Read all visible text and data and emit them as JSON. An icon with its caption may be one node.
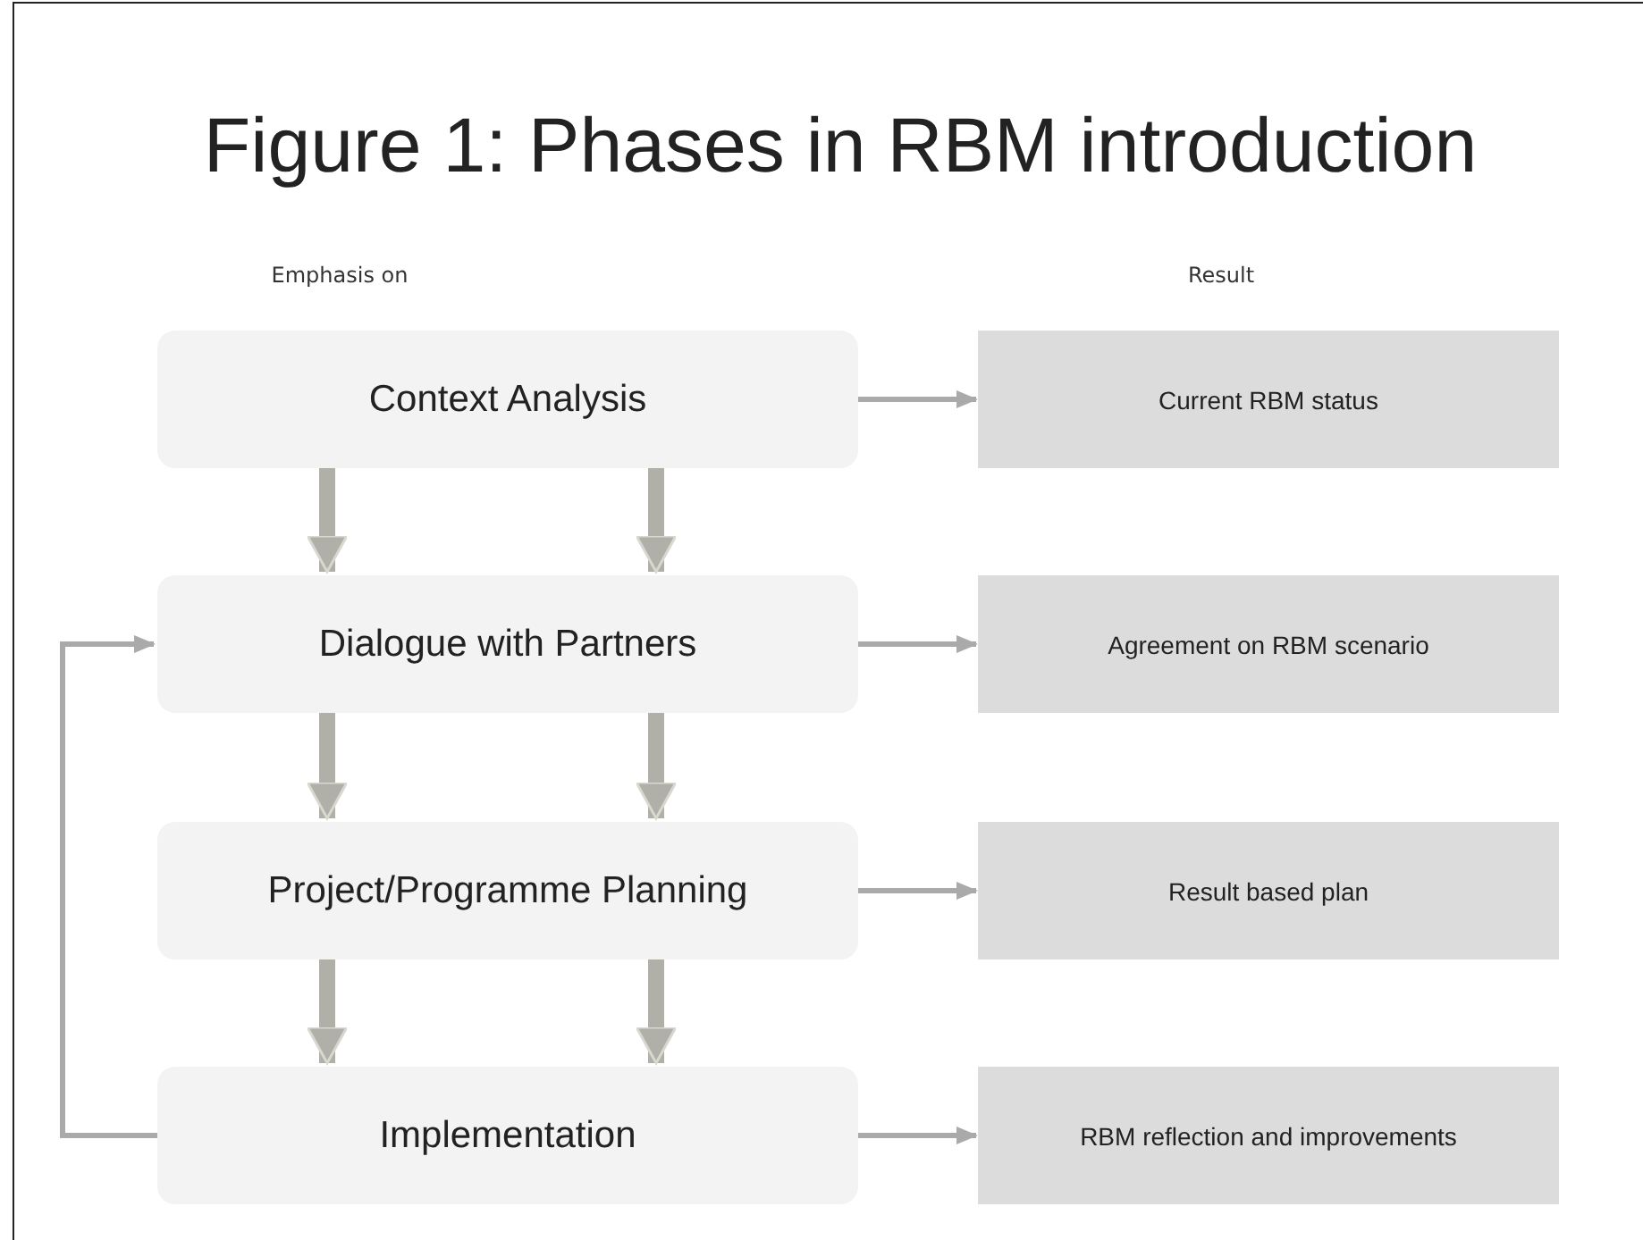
{
  "diagram": {
    "title": "Figure 1: Phases in RBM introduction",
    "nodes": [
      {
        "text": [
          "Context Analysis"
        ]
      },
      {
        "text": [
          "Dialogue with Partners"
        ]
      },
      {
        "text": [
          "Project/Programme Planning"
        ]
      },
      {
        "text": [
          "Implementation"
        ]
      },
      {
        "text": [
          "Current RBM status"
        ]
      },
      {
        "text": [
          "Agreement on RBM scenario"
        ]
      },
      {
        "text": [
          "Result based plan"
        ]
      },
      {
        "text": [
          "RBM reflection and improvements"
        ]
      }
    ],
    "edges": [
      {
        "from": 0,
        "to": 1,
        "arrow": "to"
      },
      {
        "from": 0,
        "to": 1,
        "arrow": "to"
      },
      {
        "from": 1,
        "to": 2,
        "arrow": "to"
      },
      {
        "from": 1,
        "to": 2,
        "arrow": "to"
      },
      {
        "from": 2,
        "to": 3,
        "arrow": "to"
      },
      {
        "from": 2,
        "to": 3,
        "arrow": "to"
      },
      {
        "from": 0,
        "to": 4,
        "arrow": "to"
      },
      {
        "from": 1,
        "to": 5,
        "arrow": "to"
      },
      {
        "from": 2,
        "to": 6,
        "arrow": "to"
      },
      {
        "from": 3,
        "to": 7,
        "arrow": "to"
      },
      {
        "from": 3,
        "to": 1,
        "arrow": "to"
      }
    ],
    "labels": [
      "Emphasis on",
      "Result"
    ]
  }
}
